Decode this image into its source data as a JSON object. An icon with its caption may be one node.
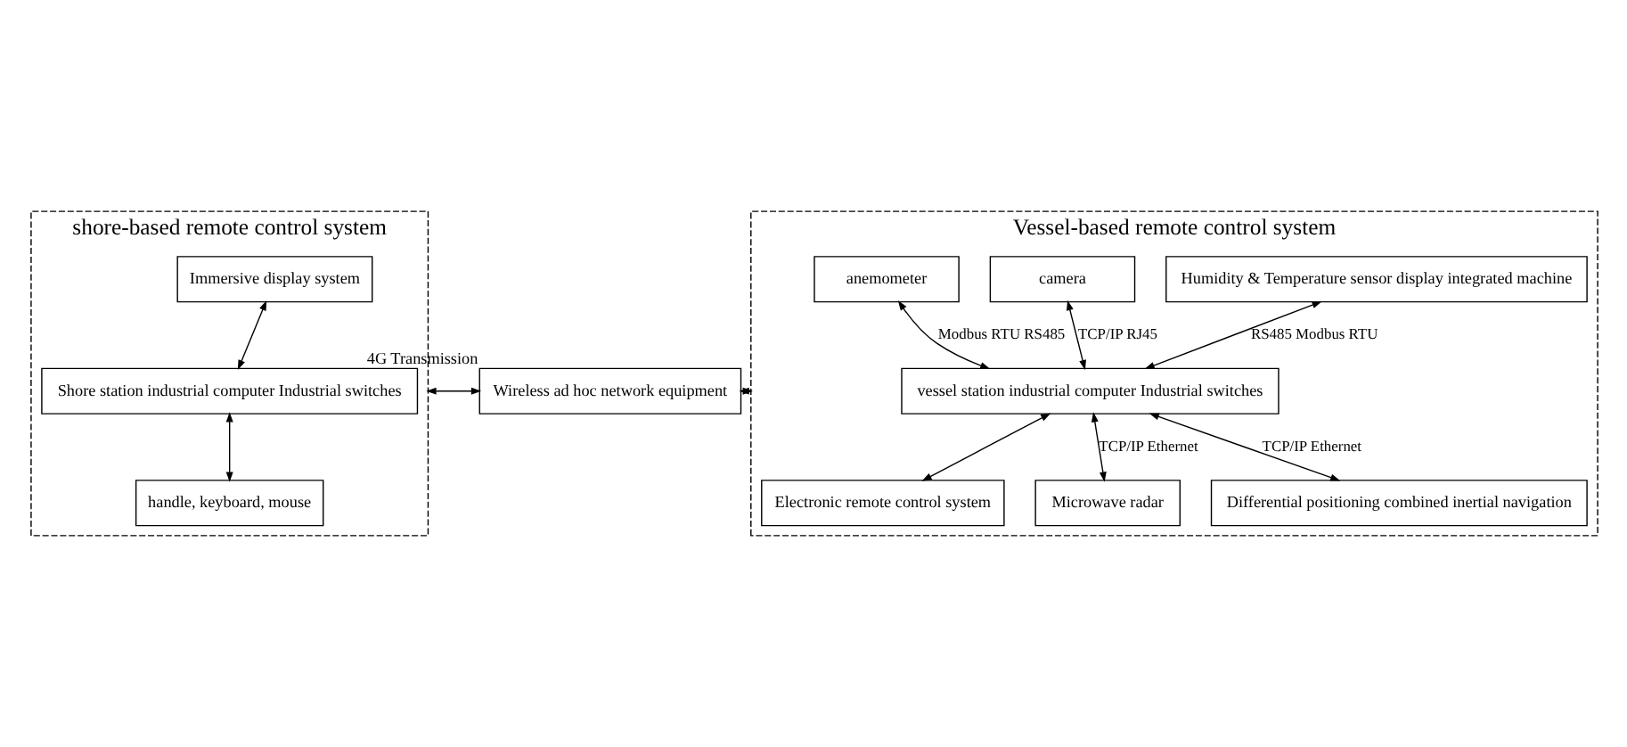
{
  "diagram": {
    "nodes": [
      {
        "text": [
          "shore-based remote control system"
        ]
      },
      {
        "text": [
          "Immersive display system"
        ],
        "in": 0
      },
      {
        "text": [
          "Shore station industrial computer Industrial switches"
        ],
        "in": 0
      },
      {
        "text": [
          "handle, keyboard, mouse"
        ],
        "in": 0
      },
      {
        "text": [
          "Wireless ad hoc network equipment"
        ],
        "beside": [
          "4G Transmission"
        ]
      },
      {
        "text": [
          "Vessel-based remote control system"
        ]
      },
      {
        "text": [
          "Humidity & Temperature sensor display integrated machine"
        ],
        "in": 5
      },
      {
        "text": [
          "camera"
        ],
        "in": 5
      },
      {
        "text": [
          "anemometer"
        ],
        "in": 5
      },
      {
        "text": [
          "vessel station industrial computer Industrial switches"
        ],
        "in": 5
      },
      {
        "text": [
          "Electronic remote control system"
        ],
        "in": 5
      },
      {
        "text": [
          "Microwave radar"
        ],
        "in": 5
      },
      {
        "text": [
          "Differential positioning combined inertial navigation"
        ],
        "in": 5
      }
    ],
    "edges": [
      {
        "from": 1,
        "to": 2,
        "arrow": "both"
      },
      {
        "from": 2,
        "to": 3,
        "arrow": "both"
      },
      {
        "from": 0,
        "to": 4,
        "arrow": "both"
      },
      {
        "from": 4,
        "to": 5,
        "arrow": "both"
      },
      {
        "from": 6,
        "to": 9,
        "arrow": "both",
        "label": "RS485 Modbus RTU"
      },
      {
        "from": 7,
        "to": 9,
        "arrow": "both",
        "label": "TCP/IP RJ45"
      },
      {
        "from": 8,
        "to": 9,
        "arrow": "both",
        "label": "Modbus RTU RS485"
      },
      {
        "from": 9,
        "to": 10,
        "arrow": "both"
      },
      {
        "from": 9,
        "to": 11,
        "arrow": "both",
        "label": "TCP/IP Ethernet"
      },
      {
        "from": 9,
        "to": 12,
        "arrow": "both",
        "label": "TCP/IP Ethernet"
      }
    ]
  }
}
